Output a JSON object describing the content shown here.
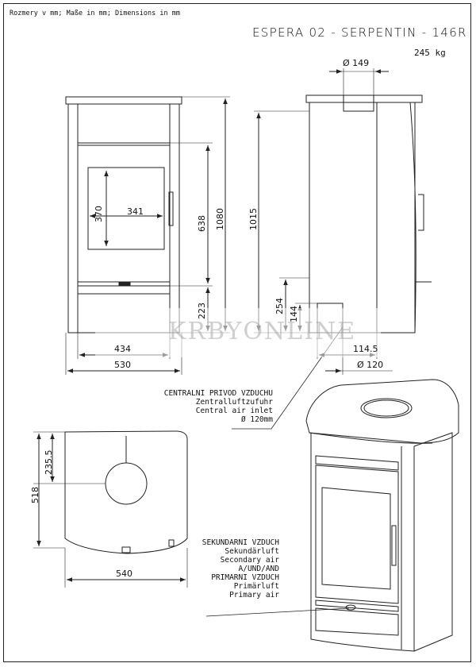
{
  "header": {
    "units": "Rozmery v mm; Maße in mm; Dimensions in mm",
    "title": "ESPERA 02 - SERPENTIN - 146R",
    "weight": "245 kg"
  },
  "dimensions": {
    "flue_diameter": "Ø 149",
    "glass_height": "370",
    "glass_width": "341",
    "door_height": "638",
    "total_height": "1080",
    "base_height": "223",
    "inner_width": "434",
    "total_width": "530",
    "side_height": "1015",
    "inlet_height": "254",
    "inlet_offset": "144",
    "inlet_depth": "114.5",
    "inlet_diameter": "Ø 120",
    "top_depth": "518",
    "top_offset": "235.5",
    "top_width": "540"
  },
  "notes": {
    "central_air": [
      "CENTRALNI PRIVOD VZDUCHU",
      "Zentralluftzufuhr",
      "Central air inlet",
      "Ø 120mm"
    ],
    "secondary_air": [
      "SEKUNDARNI VZDUCH",
      "Sekundärluft",
      "Secondary air",
      "A/UND/AND",
      "PRIMARNI VZDUCH",
      "Primärluft",
      "Primary air"
    ]
  },
  "watermark": "KRBYONLINE"
}
